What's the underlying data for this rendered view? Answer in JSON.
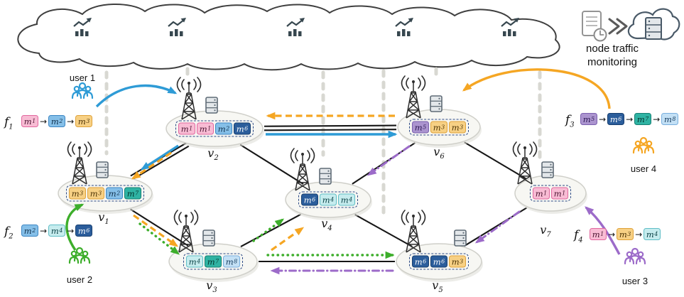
{
  "monitoring": {
    "label_line1": "node traffic",
    "label_line2": "monitoring"
  },
  "glyphs": {
    "flow_arrow": "→"
  },
  "colors": {
    "f1": "#2e9bd6",
    "f2": "#3dae2b",
    "f3": "#f5a623",
    "f4": "#9c6bc9",
    "edge": "#161616",
    "connector": "#d8d8d2",
    "icon": "#37474f"
  },
  "module_styles": {
    "m1": {
      "fill": "#f8bcd4",
      "border": "#e2679f",
      "text": "#4a1430"
    },
    "m2": {
      "fill": "#85bfe8",
      "border": "#3c86c4",
      "text": "#10304d"
    },
    "m3": {
      "fill": "#f7d084",
      "border": "#dfa23a",
      "text": "#4d3305"
    },
    "m4": {
      "fill": "#c6ecee",
      "border": "#5fbec6",
      "text": "#0b4246"
    },
    "m5": {
      "fill": "#ab94cf",
      "border": "#7a5fae",
      "text": "#2a1650"
    },
    "m6": {
      "fill": "#2b5d9b",
      "border": "#173f70",
      "text": "#ffffff"
    },
    "m7": {
      "fill": "#2fb3a3",
      "border": "#157f72",
      "text": "#04332c"
    },
    "m8": {
      "fill": "#c3e0f5",
      "border": "#78aede",
      "text": "#143a5c"
    }
  },
  "flows": [
    {
      "id": "f1",
      "label": "f1",
      "user": "user 1",
      "color": "#2e9bd6",
      "modules": [
        "m1",
        "m2",
        "m3"
      ]
    },
    {
      "id": "f2",
      "label": "f2",
      "user": "user 2",
      "color": "#3dae2b",
      "modules": [
        "m2",
        "m4",
        "m6"
      ]
    },
    {
      "id": "f3",
      "label": "f3",
      "user": "user 4",
      "color": "#f5a623",
      "modules": [
        "m5",
        "m6",
        "m7",
        "m8"
      ]
    },
    {
      "id": "f4",
      "label": "f4",
      "user": "user 3",
      "color": "#9c6bc9",
      "modules": [
        "m1",
        "m3",
        "m4"
      ]
    }
  ],
  "nodes": [
    {
      "id": "v1",
      "label": "v1",
      "modules": [
        "m3",
        "m3",
        "m2",
        "m7"
      ]
    },
    {
      "id": "v2",
      "label": "v2",
      "modules": [
        "m1",
        "m1",
        "m2",
        "m6"
      ]
    },
    {
      "id": "v3",
      "label": "v3",
      "modules": [
        "m4",
        "m7",
        "m8"
      ]
    },
    {
      "id": "v4",
      "label": "v4",
      "modules": [
        "m6",
        "m4",
        "m4"
      ]
    },
    {
      "id": "v5",
      "label": "v5",
      "modules": [
        "m6",
        "m6",
        "m3"
      ]
    },
    {
      "id": "v6",
      "label": "v6",
      "modules": [
        "m5",
        "m3",
        "m3"
      ]
    },
    {
      "id": "v7",
      "label": "v7",
      "modules": [
        "m1",
        "m1"
      ]
    }
  ],
  "edges": [
    {
      "from": "v1",
      "to": "v2",
      "type": "double"
    },
    {
      "from": "v2",
      "to": "v6",
      "type": "double"
    },
    {
      "from": "v2",
      "to": "v4",
      "type": "single"
    },
    {
      "from": "v1",
      "to": "v3",
      "type": "single"
    },
    {
      "from": "v3",
      "to": "v4",
      "type": "single"
    },
    {
      "from": "v3",
      "to": "v5",
      "type": "single"
    },
    {
      "from": "v4",
      "to": "v5",
      "type": "single"
    },
    {
      "from": "v4",
      "to": "v6",
      "type": "single"
    },
    {
      "from": "v5",
      "to": "v7",
      "type": "single"
    },
    {
      "from": "v6",
      "to": "v7",
      "type": "single"
    }
  ],
  "routes": [
    {
      "flow": "f1",
      "from": "user 1",
      "to": "v2",
      "style": "solid"
    },
    {
      "flow": "f1",
      "from": "v2",
      "to": "v6",
      "style": "solid"
    },
    {
      "flow": "f1",
      "from": "v2",
      "to": "v1",
      "style": "solid"
    },
    {
      "flow": "f3",
      "from": "user 4",
      "to": "v6",
      "style": "solid"
    },
    {
      "flow": "f3",
      "from": "v6",
      "to": "v2",
      "style": "dashed"
    },
    {
      "flow": "f3",
      "from": "v2",
      "to": "v1",
      "style": "dashed"
    },
    {
      "flow": "f3",
      "from": "v1",
      "to": "v3",
      "style": "dashed"
    },
    {
      "flow": "f3",
      "from": "v3",
      "to": "v4",
      "style": "dashed"
    },
    {
      "flow": "f2",
      "from": "user 2",
      "to": "v1",
      "style": "solid"
    },
    {
      "flow": "f2",
      "from": "v1",
      "to": "v3",
      "style": "dotted"
    },
    {
      "flow": "f2",
      "from": "v3",
      "to": "v4",
      "style": "dotted"
    },
    {
      "flow": "f2",
      "from": "v3",
      "to": "v5",
      "style": "dotted"
    },
    {
      "flow": "f4",
      "from": "user 3",
      "to": "v7",
      "style": "solid"
    },
    {
      "flow": "f4",
      "from": "v6",
      "to": "v4",
      "style": "dashdot"
    },
    {
      "flow": "f4",
      "from": "v7",
      "to": "v5",
      "style": "dashdot"
    },
    {
      "flow": "f4",
      "from": "v5",
      "to": "v3",
      "style": "dashdot"
    }
  ],
  "cloud": {
    "chart_icon_count": 5
  }
}
